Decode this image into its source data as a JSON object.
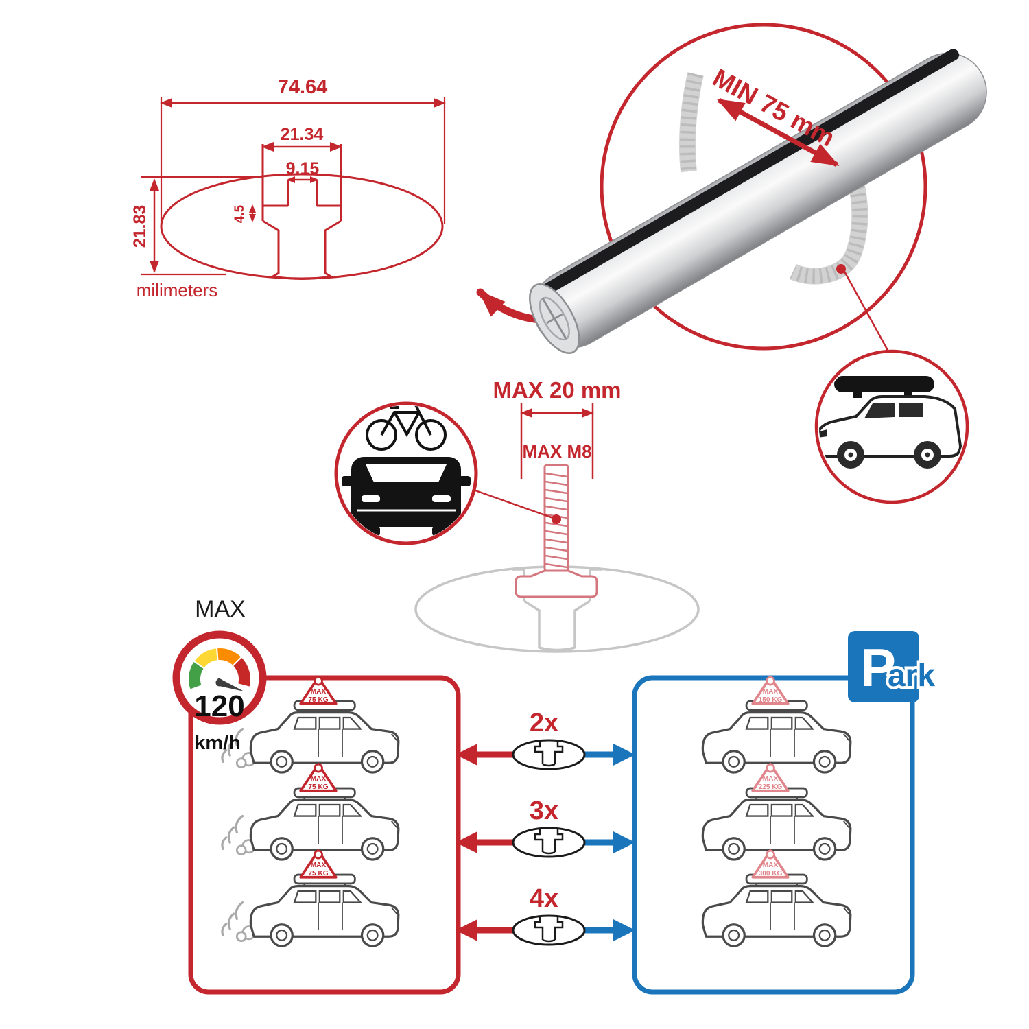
{
  "colors": {
    "red": "#c4262e",
    "blue": "#1b75bb",
    "profile_gray": "#c6c6c6",
    "ink": "#231f20"
  },
  "tech_drawing": {
    "dim_total_width": "74.64",
    "dim_channel_outer": "21.34",
    "dim_channel_inner": "9.15",
    "dim_lip_depth": "4.5",
    "dim_total_height": "21.83",
    "units_label": "milimeters"
  },
  "bar_detail": {
    "min_span_label": "MIN 75 mm"
  },
  "bolt_spec": {
    "max_length_label": "MAX 20 mm",
    "max_thread_label": "MAX M8"
  },
  "speed_limit": {
    "label": "MAX",
    "value": "120",
    "unit": "km/h",
    "gauge_colors": [
      "#43a047",
      "#fdd835",
      "#fb8c00",
      "#c62828"
    ]
  },
  "park_sign": {
    "letter": "P",
    "suffix": "ark"
  },
  "compat": {
    "multipliers": [
      "2x",
      "3x",
      "4x"
    ],
    "driving": [
      {
        "label": "MAX",
        "weight": "75 KG"
      },
      {
        "label": "MAX",
        "weight": "75 KG"
      },
      {
        "label": "MAX",
        "weight": "75 KG"
      }
    ],
    "parked": [
      {
        "label": "MAX",
        "weight": "150 KG"
      },
      {
        "label": "MAX",
        "weight": "225 KG"
      },
      {
        "label": "MAX",
        "weight": "300 KG"
      }
    ]
  }
}
